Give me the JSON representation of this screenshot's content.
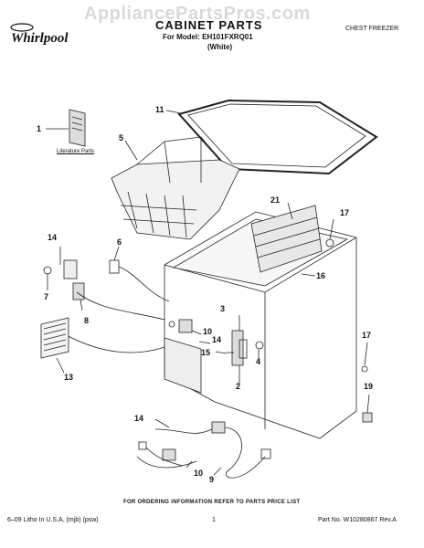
{
  "watermark": "AppliancePartsPros.com",
  "brand": "Whirlpool",
  "header": {
    "title": "CABINET PARTS",
    "model": "For Model: EH101FXRQ01",
    "color": "(White)",
    "category": "CHEST FREEZER"
  },
  "literature_label": "Literature Parts",
  "callouts": [
    "1",
    "5",
    "11",
    "21",
    "17",
    "14",
    "6",
    "7",
    "8",
    "13",
    "16",
    "3",
    "10",
    "14",
    "15",
    "4",
    "2",
    "17",
    "19",
    "14",
    "10",
    "9"
  ],
  "footer": {
    "note": "FOR ORDERING INFORMATION REFER TO PARTS PRICE LIST",
    "print": "6–09 Litho In U.S.A. (mjb) (psw)",
    "page": "1",
    "part_no": "Part No. W10280867 Rev.A"
  }
}
